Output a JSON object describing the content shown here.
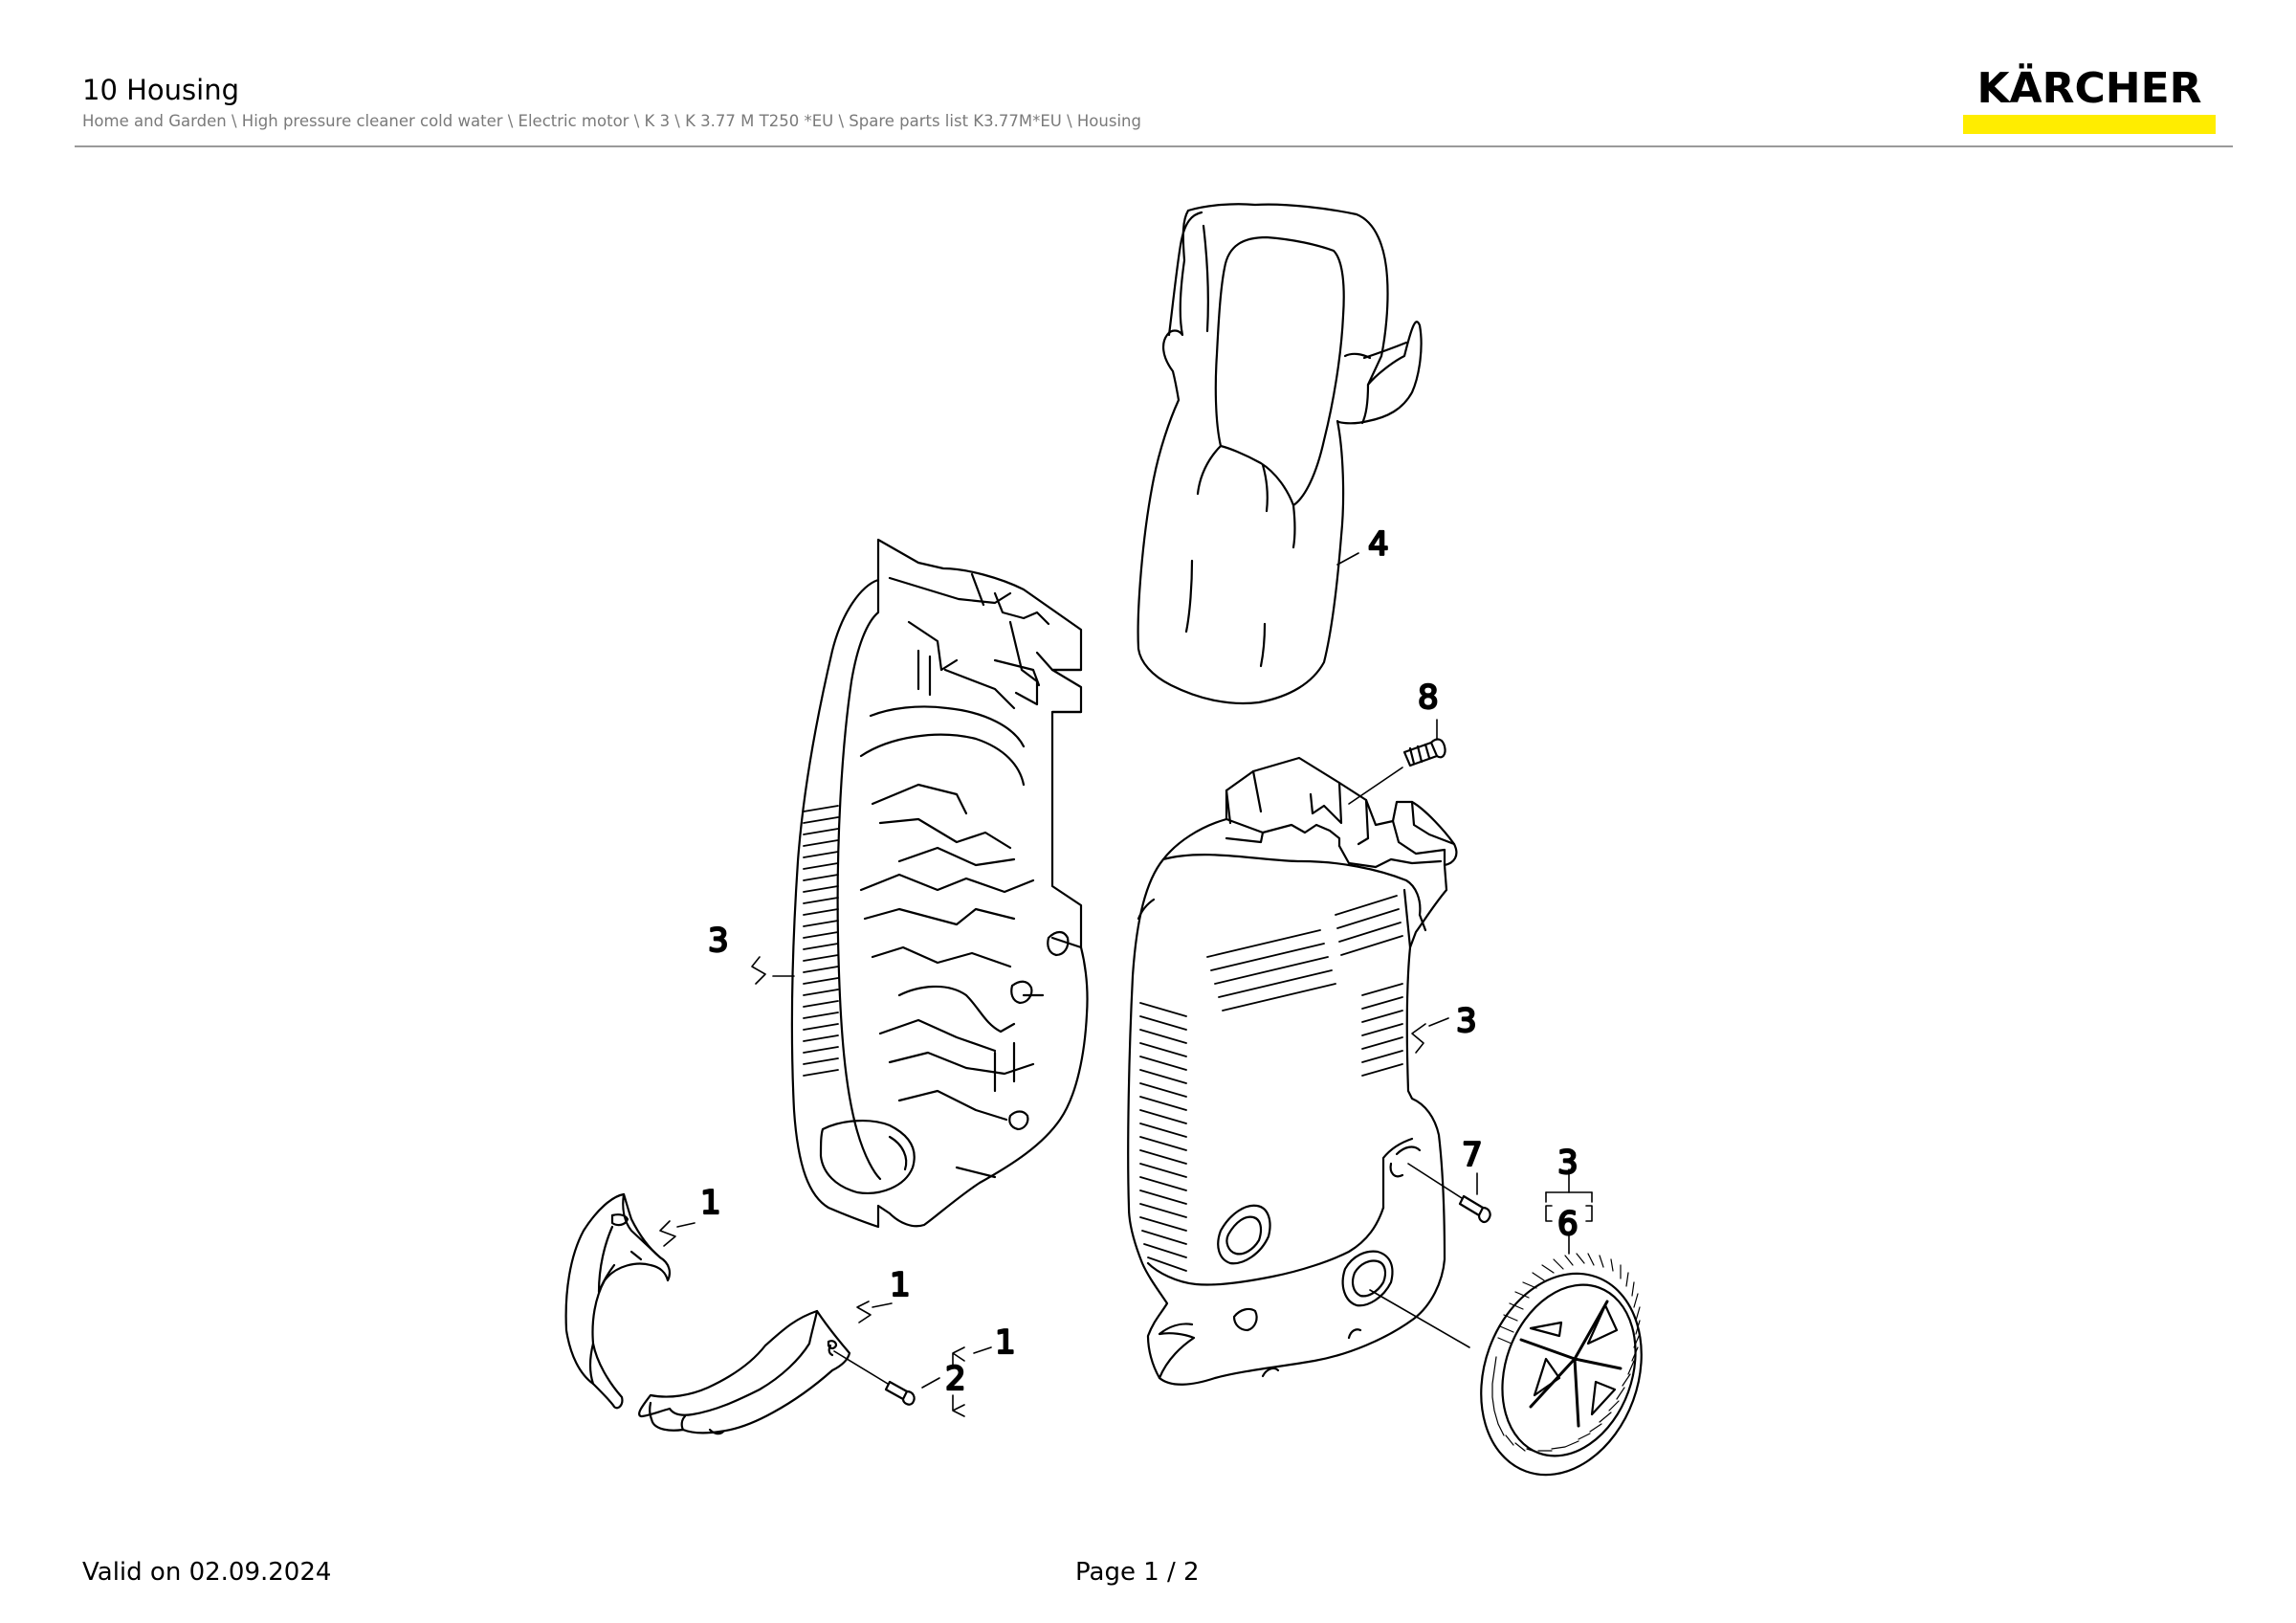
{
  "header": {
    "title": "10 Housing",
    "breadcrumb": "Home and Garden \\ High pressure cleaner cold water \\ Electric motor \\ K 3 \\ K 3.77 M T250 *EU \\ Spare parts list K3.77M*EU \\ Housing"
  },
  "logo": {
    "text": "KÄRCHER",
    "bar_color": "#ffed00"
  },
  "diagram": {
    "labels": {
      "handle": "4",
      "screw_top": "8",
      "rear_housing": "3",
      "front_housing": "3",
      "wheel_group": "3",
      "wheel": "6",
      "screw_mid": "7",
      "hose_guide": "1",
      "cover": "1",
      "cover_clip": "1",
      "cover_screw": "2"
    }
  },
  "footer": {
    "valid_on": "Valid on 02.09.2024",
    "page": "Page 1 / 2"
  }
}
